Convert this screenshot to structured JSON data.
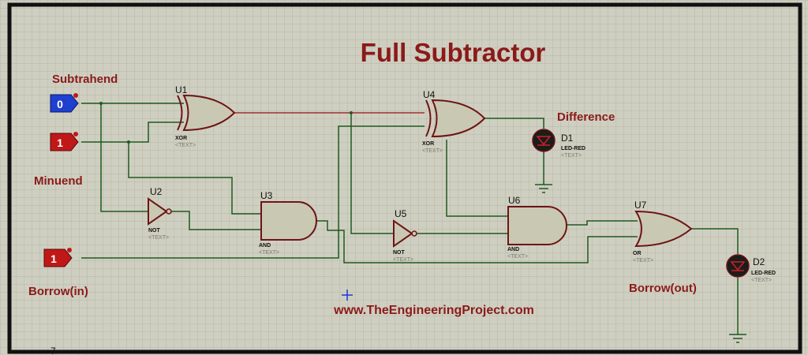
{
  "title": "Full Subtractor",
  "website": "www.TheEngineeringProject.com",
  "colors": {
    "background": "#cfcfc1",
    "grid": "#b7b7a8",
    "border": "#111111",
    "label": "#8b1a1a",
    "wire": "#1f5a1f",
    "net": "#a03030",
    "gate_fill": "#c9c8b3",
    "gate_stroke": "#6e1414",
    "input_low": "#1f3fcf",
    "input_high": "#c01818",
    "led": "#1c1c1c",
    "cursor": "#1a38d8"
  },
  "inputs": [
    {
      "name": "Subtrahend",
      "value": "0"
    },
    {
      "name": "Minuend",
      "value": "1"
    },
    {
      "name": "Borrow(in)",
      "value": "1"
    }
  ],
  "outputs": [
    {
      "name": "Difference",
      "ref": "D1",
      "type": "LED-RED",
      "text": "<TEXT>"
    },
    {
      "name": "Borrow(out)",
      "ref": "D2",
      "type": "LED-RED",
      "text": "<TEXT>"
    }
  ],
  "gates": [
    {
      "ref": "U1",
      "type": "XOR",
      "text": "<TEXT>"
    },
    {
      "ref": "U2",
      "type": "NOT",
      "text": "<TEXT>"
    },
    {
      "ref": "U3",
      "type": "AND",
      "text": "<TEXT>"
    },
    {
      "ref": "U4",
      "type": "XOR",
      "text": "<TEXT>"
    },
    {
      "ref": "U5",
      "type": "NOT",
      "text": "<TEXT>"
    },
    {
      "ref": "U6",
      "type": "AND",
      "text": "<TEXT>"
    },
    {
      "ref": "U7",
      "type": "OR",
      "text": "<TEXT>"
    }
  ],
  "corner_mark": "7"
}
